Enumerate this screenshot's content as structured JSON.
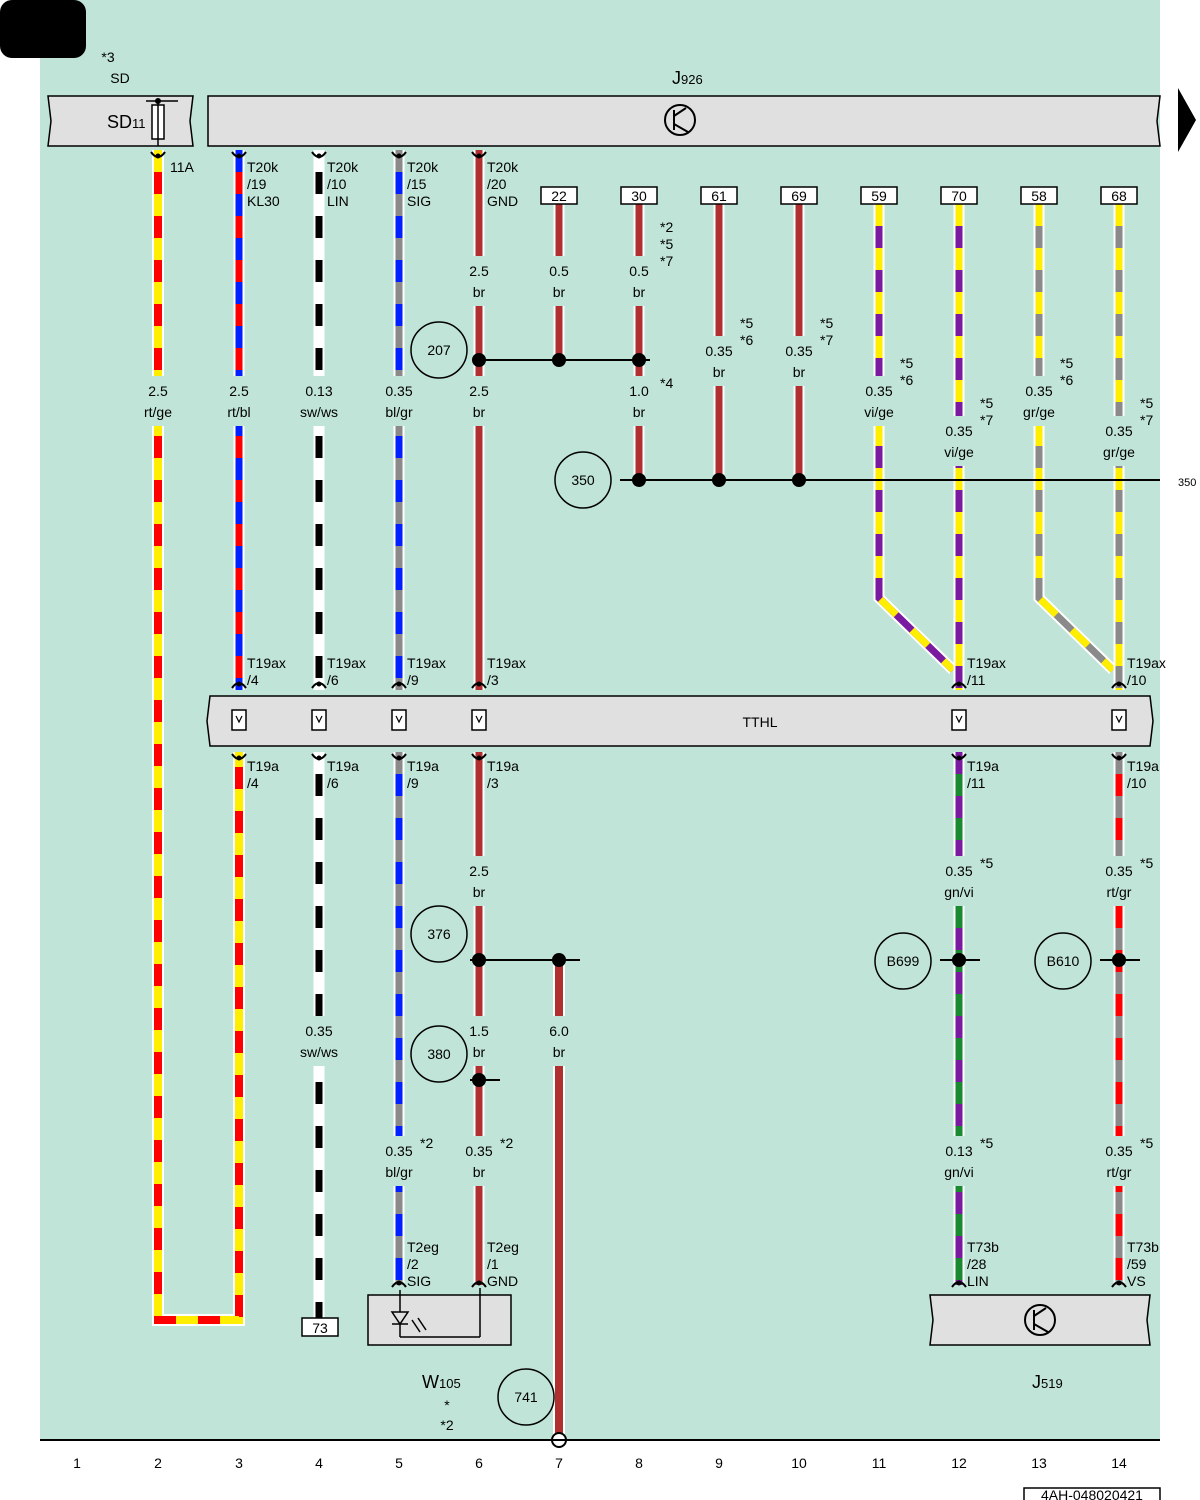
{
  "colors": {
    "background": "#c0e4d8",
    "bar": "#e0e0e0",
    "rt": "#ff0000",
    "ge": "#ffee00",
    "bl": "#0020ff",
    "sw": "#000000",
    "ws": "#ffffff",
    "gr": "#8a8a8a",
    "br": "#b03030",
    "vi": "#7a1aa0",
    "gn": "#1a8a30"
  },
  "header": {
    "sd_note": "*3",
    "sd_label": "SD",
    "sd_component": "SD",
    "sd_component_sub": "11",
    "j926": "J",
    "j926_sub": "926",
    "fuse_pin": "11A"
  },
  "connectors": {
    "c3": [
      "T20k",
      "/19",
      "KL30"
    ],
    "c4": [
      "T20k",
      "/10",
      "LIN"
    ],
    "c5": [
      "T20k",
      "/15",
      "SIG"
    ],
    "c6": [
      "T20k",
      "/20",
      "GND"
    ],
    "pins": [
      "22",
      "30",
      "61",
      "69",
      "59",
      "70",
      "58",
      "68"
    ],
    "x3": [
      "T19ax",
      "/4"
    ],
    "x4": [
      "T19ax",
      "/6"
    ],
    "x5": [
      "T19ax",
      "/9"
    ],
    "x6": [
      "T19ax",
      "/3"
    ],
    "x12": [
      "T19ax",
      "/11"
    ],
    "x14": [
      "T19ax",
      "/10"
    ],
    "y3": [
      "T19a",
      "/4"
    ],
    "y4": [
      "T19a",
      "/6"
    ],
    "y5": [
      "T19a",
      "/9"
    ],
    "y6": [
      "T19a",
      "/3"
    ],
    "y12": [
      "T19a",
      "/11"
    ],
    "y14": [
      "T19a",
      "/10"
    ],
    "w5": [
      "T2eg",
      "/2",
      "SIG"
    ],
    "w6": [
      "T2eg",
      "/1",
      "GND"
    ],
    "j12": [
      "T73b",
      "/28",
      "LIN"
    ],
    "j14": [
      "T73b",
      "/59",
      "VS"
    ]
  },
  "tthl": "TTHL",
  "wire_labels": [
    {
      "id": "w2a",
      "l1": "2.5",
      "l2": "rt/ge"
    },
    {
      "id": "w3a",
      "l1": "2.5",
      "l2": "rt/bl"
    },
    {
      "id": "w4a",
      "l1": "0.13",
      "l2": "sw/ws"
    },
    {
      "id": "w5a",
      "l1": "0.35",
      "l2": "bl/gr"
    },
    {
      "id": "w6a",
      "l1": "2.5",
      "l2": "br"
    },
    {
      "id": "w6b",
      "l1": "2.5",
      "l2": "br"
    },
    {
      "id": "w7a",
      "l1": "0.5",
      "l2": "br"
    },
    {
      "id": "w8a",
      "l1": "0.5",
      "l2": "br"
    },
    {
      "id": "w8b",
      "l1": "1.0",
      "l2": "br"
    },
    {
      "id": "w9a",
      "l1": "0.35",
      "l2": "br"
    },
    {
      "id": "w10a",
      "l1": "0.35",
      "l2": "br"
    },
    {
      "id": "w11a",
      "l1": "0.35",
      "l2": "vi/ge"
    },
    {
      "id": "w12a",
      "l1": "0.35",
      "l2": "vi/ge"
    },
    {
      "id": "w13a",
      "l1": "0.35",
      "l2": "gr/ge"
    },
    {
      "id": "w14a",
      "l1": "0.35",
      "l2": "gr/ge"
    },
    {
      "id": "w6c",
      "l1": "2.5",
      "l2": "br"
    },
    {
      "id": "w12b",
      "l1": "0.35",
      "l2": "gn/vi"
    },
    {
      "id": "w14b",
      "l1": "0.35",
      "l2": "rt/gr"
    },
    {
      "id": "w4b",
      "l1": "0.35",
      "l2": "sw/ws"
    },
    {
      "id": "w6d",
      "l1": "1.5",
      "l2": "br"
    },
    {
      "id": "w7b",
      "l1": "6.0",
      "l2": "br"
    },
    {
      "id": "w5b",
      "l1": "0.35",
      "l2": "bl/gr"
    },
    {
      "id": "w6e",
      "l1": "0.35",
      "l2": "br"
    },
    {
      "id": "w12c",
      "l1": "0.13",
      "l2": "gn/vi"
    },
    {
      "id": "w14c",
      "l1": "0.35",
      "l2": "rt/gr"
    }
  ],
  "notes": {
    "n8": [
      "*2",
      "*5",
      "*7"
    ],
    "n8b": "*4",
    "n9": [
      "*5",
      "*6"
    ],
    "n10": [
      "*5",
      "*7"
    ],
    "n11": [
      "*5",
      "*6"
    ],
    "n12": [
      "*5",
      "*7"
    ],
    "n13": [
      "*5",
      "*6"
    ],
    "n14": [
      "*5",
      "*7"
    ],
    "n12b": "*5",
    "n14b": "*5",
    "n5": "*2",
    "n6": "*2",
    "n12c": "*5",
    "n14c": "*5"
  },
  "circles": {
    "c207": "207",
    "c350": "350",
    "c376": "376",
    "c380": "380",
    "c741": "741",
    "b699": "B699",
    "b610": "B610"
  },
  "bus_350": "350",
  "ground_73": "73",
  "w105": {
    "name": "W",
    "sub": "105",
    "note1": "*",
    "note2": "*2"
  },
  "j519": {
    "name": "J",
    "sub": "519"
  },
  "columns": [
    "1",
    "2",
    "3",
    "4",
    "5",
    "6",
    "7",
    "8",
    "9",
    "10",
    "11",
    "12",
    "13",
    "14"
  ],
  "doc_id": "4AH-048020421"
}
